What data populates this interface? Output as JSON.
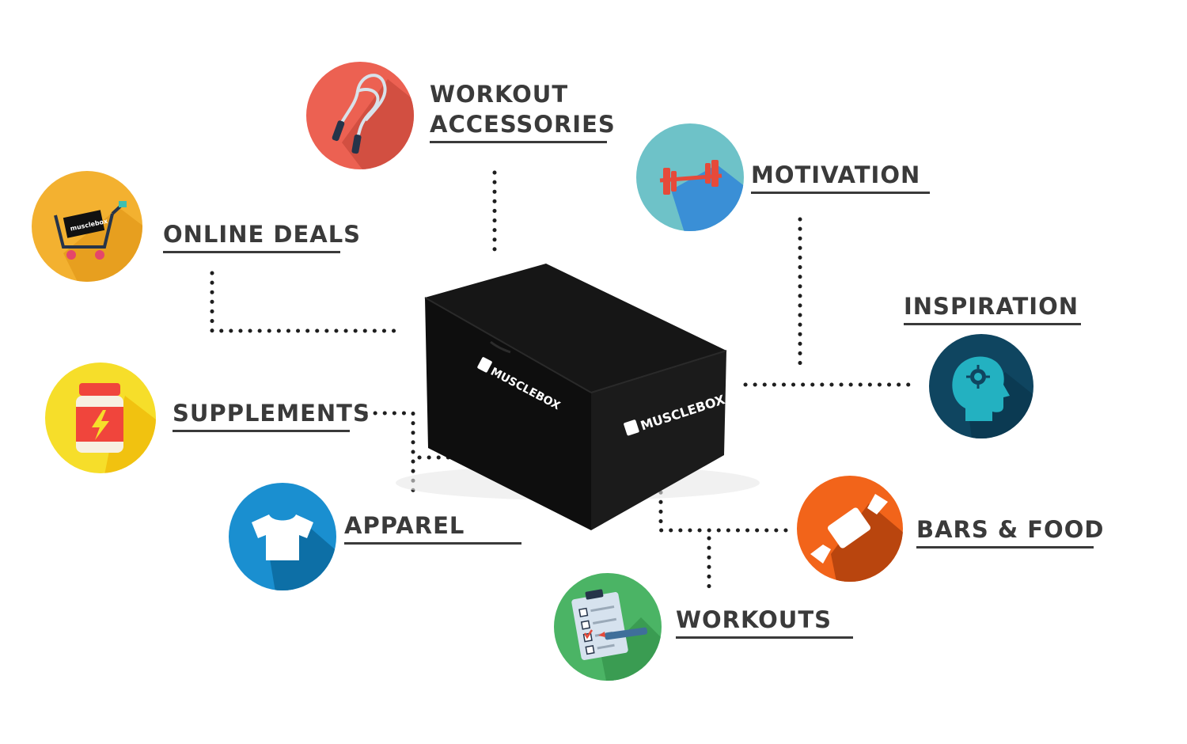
{
  "box": {
    "brand_lid": "MUSCLEBOX",
    "brand_side": "MUSCLEBOX"
  },
  "items": [
    {
      "key": "workout-accessories",
      "line1": "WORKOUT",
      "line2": "ACCESSORIES",
      "icon": "jump-rope-icon",
      "color": "#ec6152"
    },
    {
      "key": "online-deals",
      "line1": "ONLINE DEALS",
      "icon": "shopping-cart-icon",
      "color": "#f3b130",
      "cart_text": "musclebox"
    },
    {
      "key": "motivation",
      "line1": "MOTIVATION",
      "icon": "barbell-icon",
      "color": "#6ec2c8"
    },
    {
      "key": "inspiration",
      "line1": "INSPIRATION",
      "icon": "head-gear-icon",
      "color": "#0f4560"
    },
    {
      "key": "supplements",
      "line1": "SUPPLEMENTS",
      "icon": "supplement-jar-icon",
      "color": "#f6de2a"
    },
    {
      "key": "apparel",
      "line1": "APPAREL",
      "icon": "tshirt-icon",
      "color": "#1a8fd0"
    },
    {
      "key": "bars-food",
      "line1": "BARS & FOOD",
      "icon": "candy-bar-icon",
      "color": "#f2641a"
    },
    {
      "key": "workouts",
      "line1": "WORKOUTS",
      "icon": "clipboard-checklist-icon",
      "color": "#4bb465"
    }
  ]
}
